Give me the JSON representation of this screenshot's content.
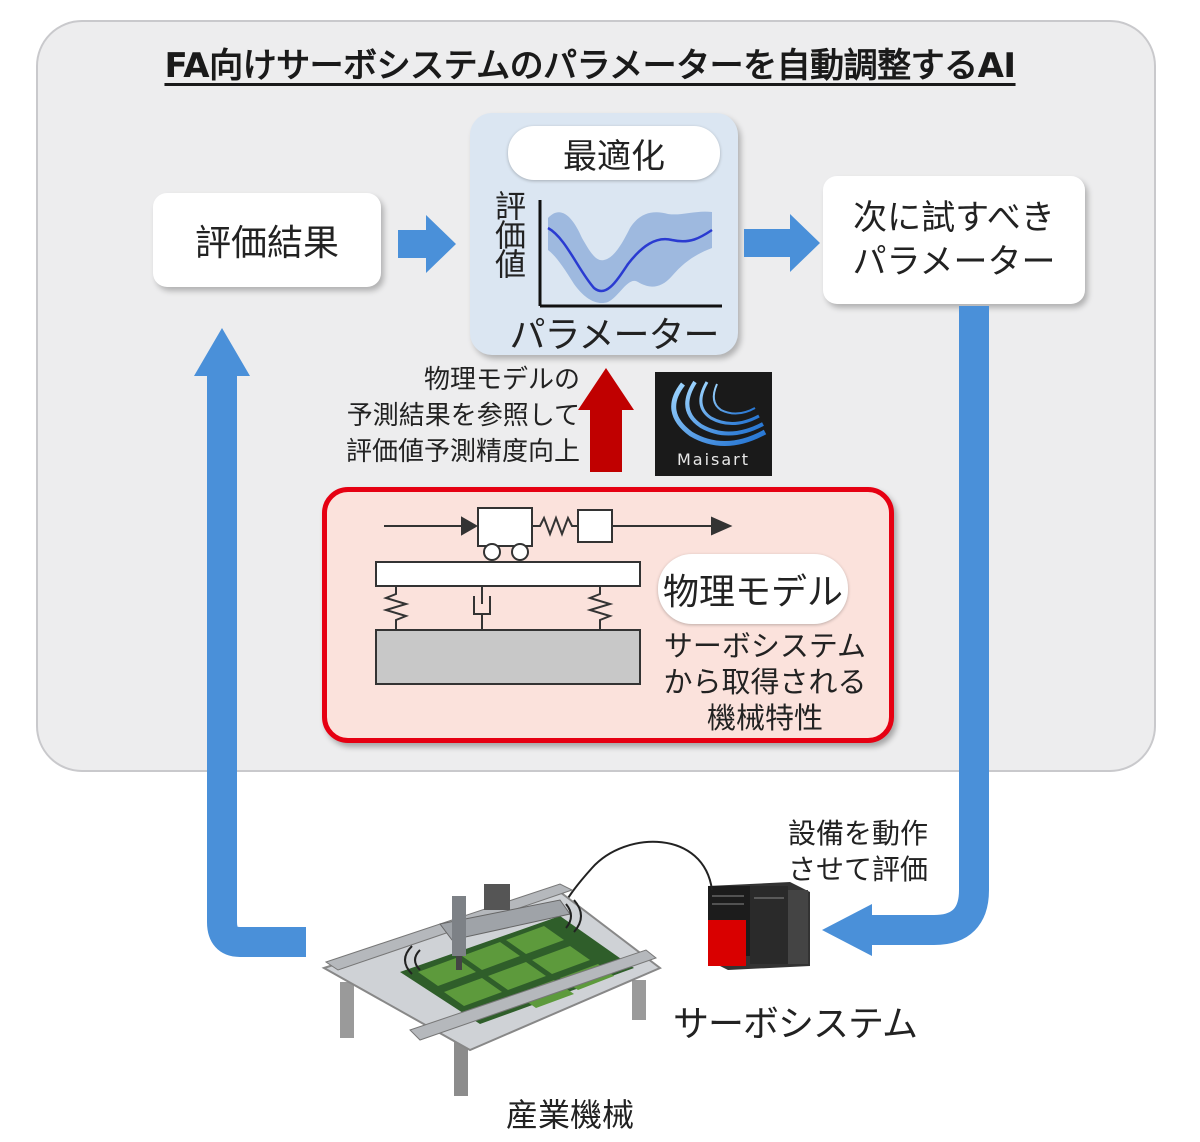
{
  "title": "FA向けサーボシステムのパラメーターを自動調整するAI",
  "eval_result": "評価結果",
  "optimization": {
    "title": "最適化",
    "y_label": "評価値",
    "x_label": "パラメーター"
  },
  "next_params": {
    "line1": "次に試すべき",
    "line2": "パラメーター"
  },
  "physics_note": {
    "line1": "物理モデルの",
    "line2": "予測結果を参照して",
    "line3": "評価値予測精度向上"
  },
  "logo_text": "Maisart",
  "physical_model": {
    "title": "物理モデル",
    "desc_line1": "サーボシステム",
    "desc_line2": "から取得される",
    "desc_line3": "機械特性"
  },
  "operate_eval": {
    "line1": "設備を動作",
    "line2": "させて評価"
  },
  "servo_label": "サーボシステム",
  "machine_label": "産業機械",
  "colors": {
    "panel_bg": "#ededee",
    "flow_arrow": "#4a90d9",
    "red_arrow": "#c00000",
    "model_border": "#e60012",
    "model_bg": "#fbe2dc",
    "opt_bg": "#dbe6f2"
  }
}
